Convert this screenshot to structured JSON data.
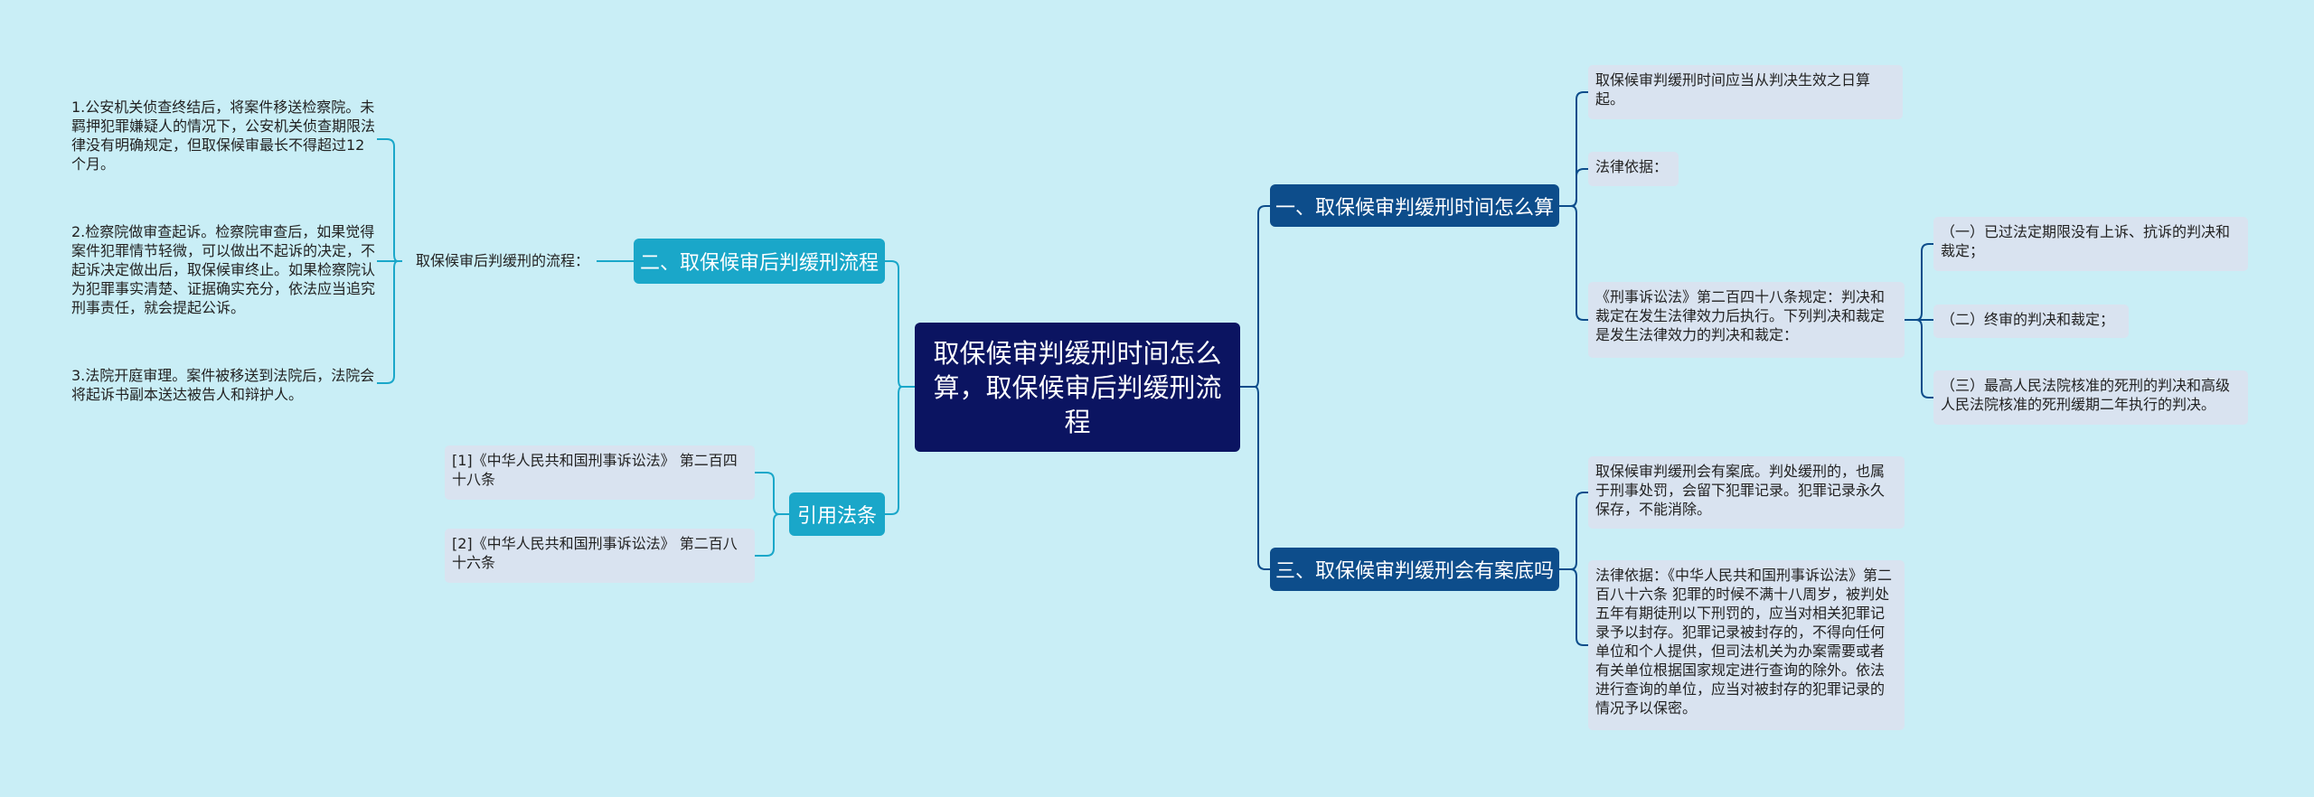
{
  "center": {
    "title": "取保候审判缓刑时间怎么算，取保候审后判缓刑流程"
  },
  "branches": {
    "b1": "一、取保候审判缓刑时间怎么算",
    "b2": "二、取保候审后判缓刑流程",
    "b3": "三、取保候审判缓刑会有案底吗",
    "b4": "引用法条"
  },
  "leaves": {
    "l1": "取保候审判缓刑时间应当从判决生效之日算起。",
    "l2": "法律依据：",
    "l3": "《刑事诉讼法》第二百四十八条规定：判决和裁定在发生法律效力后执行。下列判决和裁定是发生法律效力的判决和裁定：",
    "l4": "（一）已过法定期限没有上诉、抗诉的判决和裁定；",
    "l5": "（二）终审的判决和裁定；",
    "l6": "（三）最高人民法院核准的死刑的判决和高级人民法院核准的死刑缓期二年执行的判决。",
    "l7": "取保候审判缓刑会有案底。判处缓刑的，也属于刑事处罚，会留下犯罪记录。犯罪记录永久保存，不能消除。",
    "l8": "法律依据：《中华人民共和国刑事诉讼法》第二百八十六条 犯罪的时候不满十八周岁，被判处五年有期徒刑以下刑罚的，应当对相关犯罪记录予以封存。犯罪记录被封存的，不得向任何单位和个人提供，但司法机关为办案需要或者有关单位根据国家规定进行查询的除外。依法进行查询的单位，应当对被封存的犯罪记录的情况予以保密。",
    "flow": "取保候审后判缓刑的流程：",
    "p1": "1.公安机关侦查终结后，将案件移送检察院。未羁押犯罪嫌疑人的情况下，公安机关侦查期限法律没有明确规定，但取保候审最长不得超过12个月。",
    "p2": "2.检察院做审查起诉。检察院审查后，如果觉得案件犯罪情节轻微，可以做出不起诉的决定，不起诉决定做出后，取保候审终止。如果检察院认为犯罪事实清楚、证据确实充分，依法应当追究刑事责任，就会提起公诉。",
    "p3": "3.法院开庭审理。案件被移送到法院后，法院会将起诉书副本送达被告人和辩护人。",
    "c1": "[1]《中华人民共和国刑事诉讼法》 第二百四十八条",
    "c2": "[2]《中华人民共和国刑事诉讼法》 第二百八十六条"
  },
  "colors": {
    "background": "#c9eef6",
    "center": "#0b1461",
    "branch_dark": "#0d4d8b",
    "branch_light": "#1aa7c9",
    "leaf": "#d9e3f0",
    "line_right": "#0d4d8b",
    "line_left": "#1aa7c9"
  }
}
